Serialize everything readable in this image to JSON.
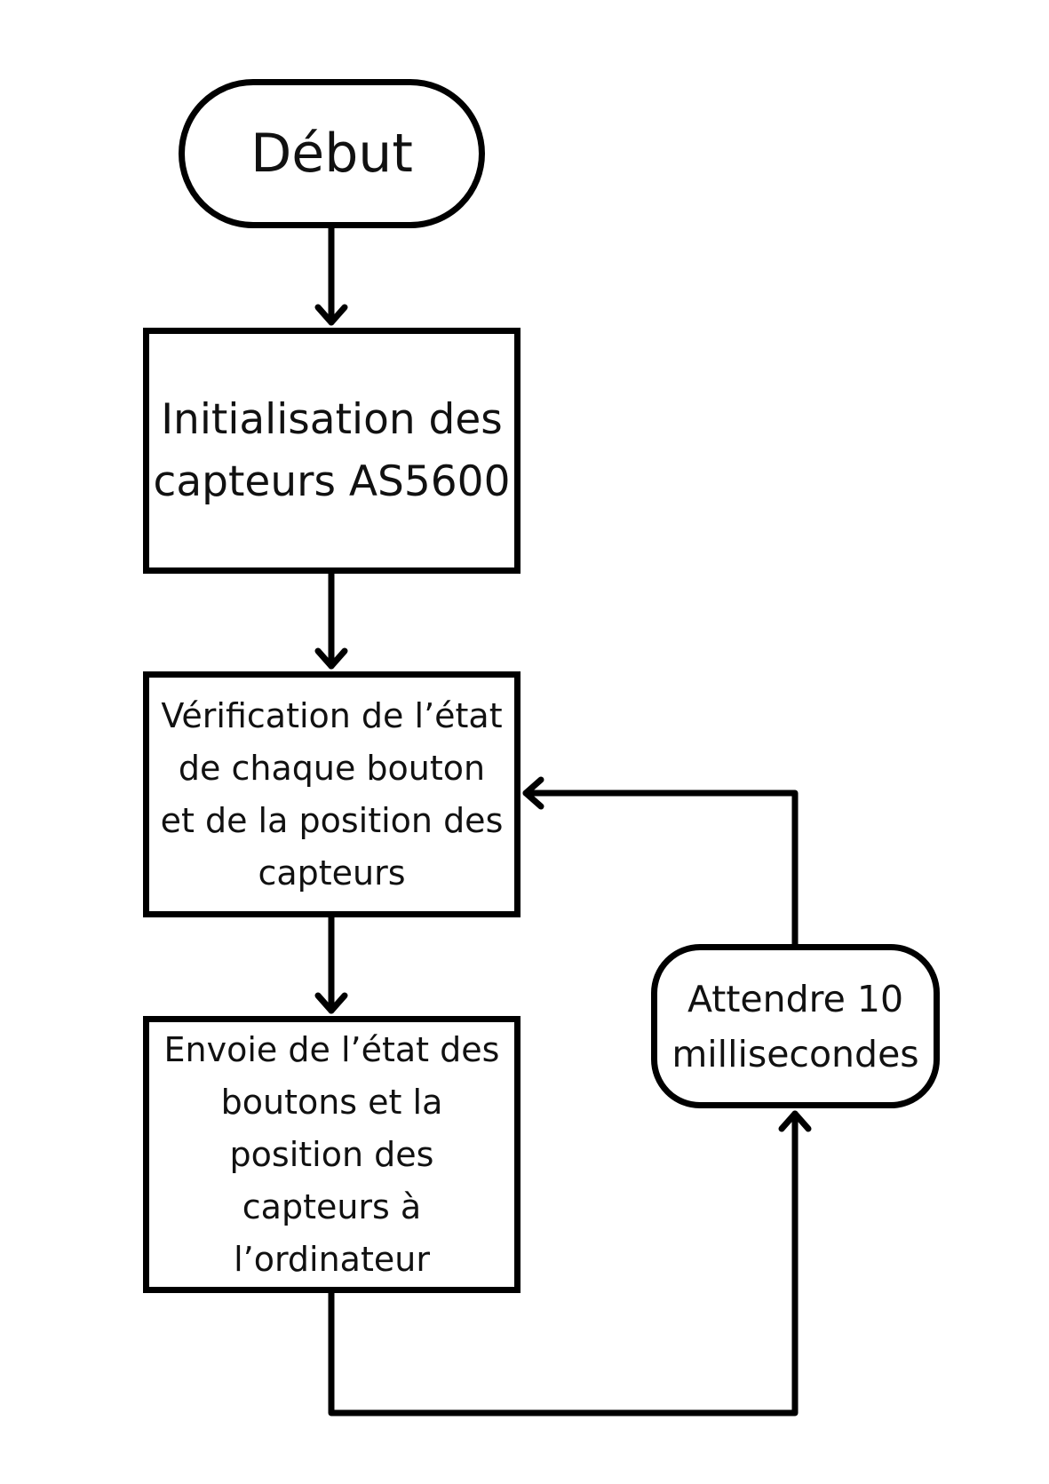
{
  "diagram": {
    "nodes": [
      {
        "id": "start",
        "shape": "terminal",
        "label": "Début"
      },
      {
        "id": "init",
        "shape": "process",
        "label": "Initialisation des\ncapteurs AS5600"
      },
      {
        "id": "check",
        "shape": "process",
        "label": "Vérification de l’état\nde chaque bouton\net de la position des\ncapteurs"
      },
      {
        "id": "send",
        "shape": "process",
        "label": "Envoie de l’état des\nboutons et la\nposition des\ncapteurs à\nl’ordinateur"
      },
      {
        "id": "wait",
        "shape": "terminal",
        "label": "Attendre 10\nmillisecondes"
      }
    ],
    "edges": [
      {
        "from": "start",
        "to": "init"
      },
      {
        "from": "init",
        "to": "check"
      },
      {
        "from": "check",
        "to": "send"
      },
      {
        "from": "send",
        "to": "wait"
      },
      {
        "from": "wait",
        "to": "check"
      }
    ]
  }
}
